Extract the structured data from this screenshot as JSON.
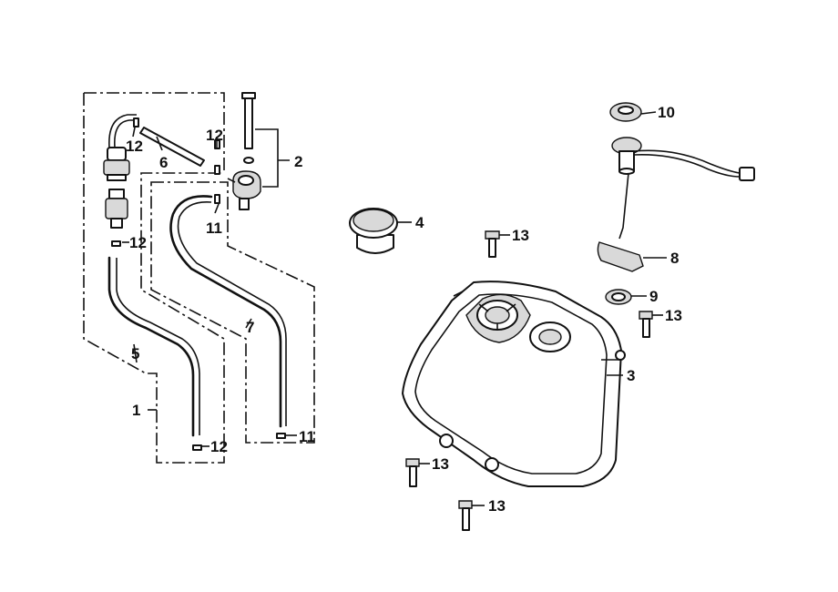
{
  "diagram": {
    "callouts": [
      {
        "id": "c1",
        "text": "1"
      },
      {
        "id": "c2",
        "text": "2"
      },
      {
        "id": "c3",
        "text": "3"
      },
      {
        "id": "c4",
        "text": "4"
      },
      {
        "id": "c5",
        "text": "5"
      },
      {
        "id": "c6",
        "text": "6"
      },
      {
        "id": "c7",
        "text": "7"
      },
      {
        "id": "c8",
        "text": "8"
      },
      {
        "id": "c9",
        "text": "9"
      },
      {
        "id": "c10",
        "text": "10"
      },
      {
        "id": "c11a",
        "text": "11"
      },
      {
        "id": "c11b",
        "text": "11"
      },
      {
        "id": "c12a",
        "text": "12"
      },
      {
        "id": "c12b",
        "text": "12"
      },
      {
        "id": "c12c",
        "text": "12"
      },
      {
        "id": "c12d",
        "text": "12"
      },
      {
        "id": "c13a",
        "text": "13"
      },
      {
        "id": "c13b",
        "text": "13"
      },
      {
        "id": "c13c",
        "text": "13"
      },
      {
        "id": "c13d",
        "text": "13"
      }
    ]
  }
}
